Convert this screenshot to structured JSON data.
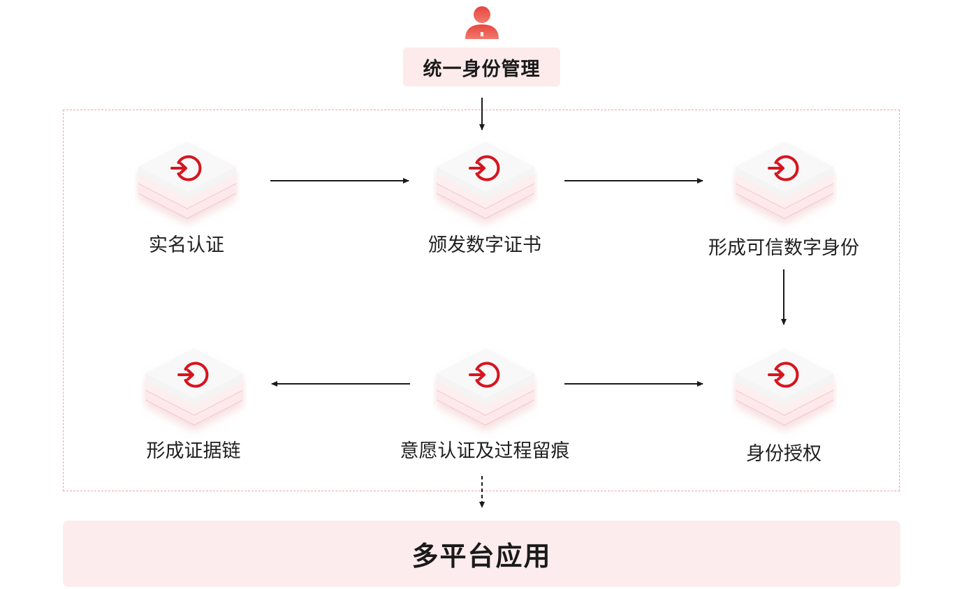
{
  "top": {
    "title": "统一身份管理",
    "icon": "user-icon"
  },
  "nodes": {
    "real_name": "实名认证",
    "issue_cert": "颁发数字证书",
    "trusted_identity": "形成可信数字身份",
    "evidence_chain": "形成证据链",
    "intent_auth": "意愿认证及过程留痕",
    "identity_auth": "身份授权"
  },
  "node_icon": "login-arrow-icon",
  "bottom": {
    "title": "多平台应用"
  },
  "colors": {
    "accent": "#d7141e",
    "node_top": "#f7f7f7",
    "node_layer": "#fdecee",
    "label_bg": "#fdebec",
    "dashed_border": "#f2a3a8"
  }
}
